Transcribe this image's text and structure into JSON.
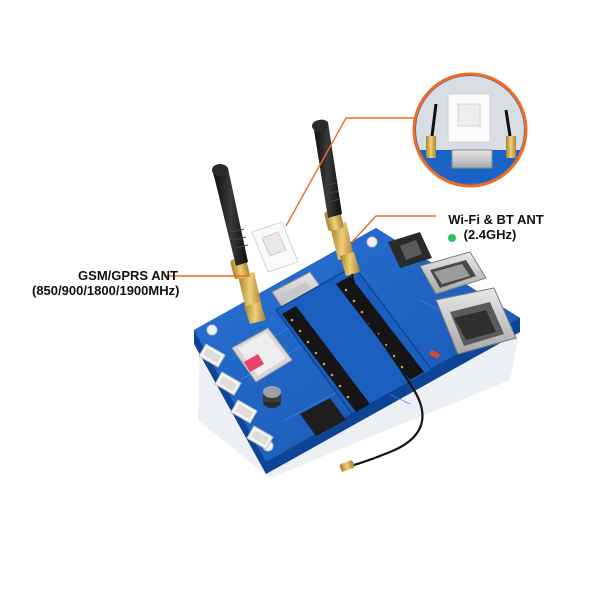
{
  "callouts": {
    "gsm": {
      "title": "GSM/GPRS ANT",
      "bands": "(850/900/1800/1900MHz)"
    },
    "wifi": {
      "title": "Wi-Fi & BT ANT",
      "band": "(2.4GHz)"
    }
  },
  "colors": {
    "pcb": "#1a62c4",
    "pcb_edge": "#0f4fa6",
    "callout_line": "#f26b21",
    "antenna": "#1b1b1b",
    "gold": "#c9a24a"
  },
  "icons": {
    "antenna_left": "antenna-icon",
    "antenna_right": "antenna-icon",
    "sim_card": "sim-card-icon"
  }
}
